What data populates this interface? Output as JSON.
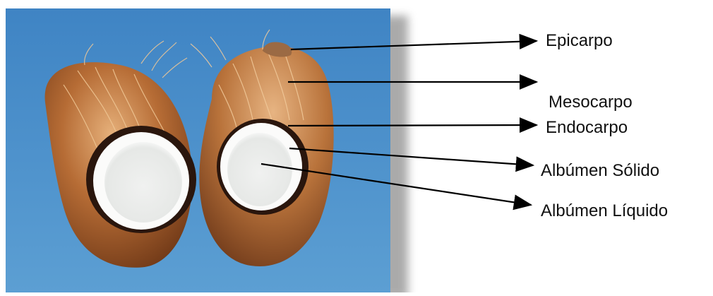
{
  "labels": {
    "epicarpo": "Epicarpo",
    "mesocarpo": "Mesocarpo",
    "endocarpo": "Endocarpo",
    "albumen_solido": "Albúmen Sólido",
    "albumen_liquido": "Albúmen Líquido"
  },
  "colors": {
    "background_blue": "#4f8fc6",
    "husk_brown": "#8a4a22",
    "shell_dark": "#2a160d",
    "meat_white": "#f7f7f5",
    "arrow_black": "#000000"
  }
}
